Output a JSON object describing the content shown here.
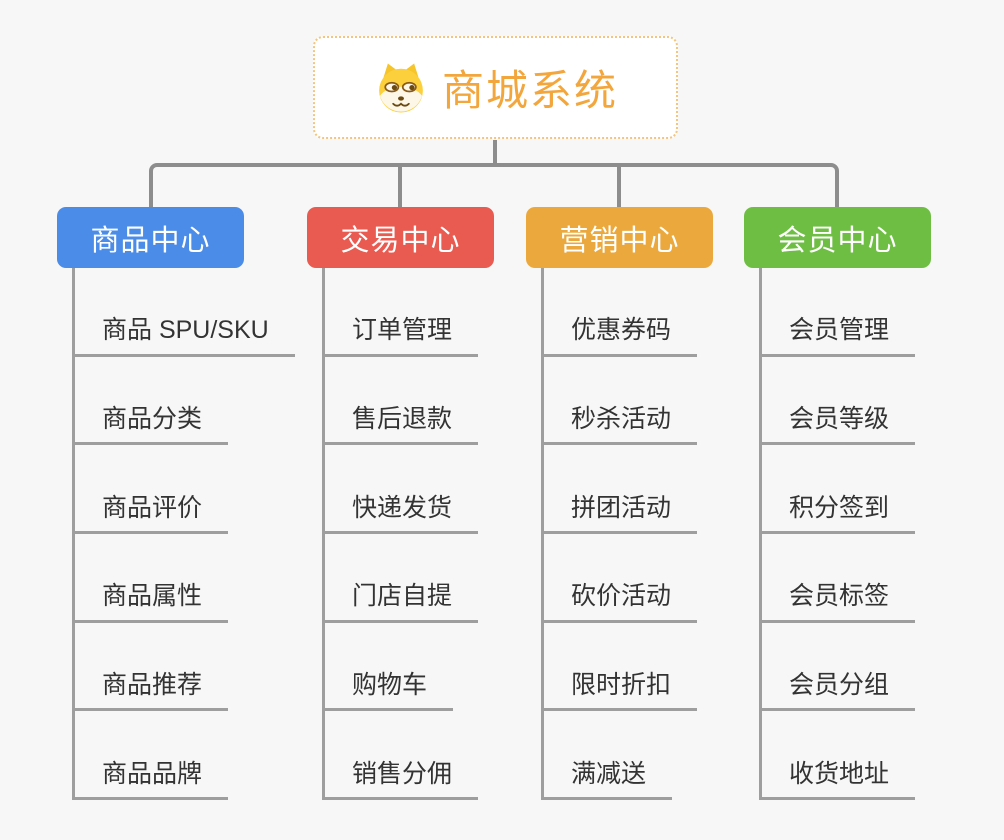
{
  "root": {
    "title": "商城系统",
    "icon": "dog-face-icon",
    "title_color": "#F2A63C",
    "border_color": "#F3C57F"
  },
  "connector_color": "#8D8D8D",
  "item_line_color": "#9E9E9E",
  "item_text_color": "#333333",
  "background_color": "#F7F7F7",
  "branches": [
    {
      "label": "商品中心",
      "color": "#4A8CE8",
      "items": [
        "商品 SPU/SKU",
        "商品分类",
        "商品评价",
        "商品属性",
        "商品推荐",
        "商品品牌"
      ]
    },
    {
      "label": "交易中心",
      "color": "#E95A50",
      "items": [
        "订单管理",
        "售后退款",
        "快递发货",
        "门店自提",
        "购物车",
        "销售分佣"
      ]
    },
    {
      "label": "营销中心",
      "color": "#EBA93D",
      "items": [
        "优惠券码",
        "秒杀活动",
        "拼团活动",
        "砍价活动",
        "限时折扣",
        "满减送"
      ]
    },
    {
      "label": "会员中心",
      "color": "#6FBE44",
      "items": [
        "会员管理",
        "会员等级",
        "积分签到",
        "会员标签",
        "会员分组",
        "收货地址"
      ]
    }
  ]
}
